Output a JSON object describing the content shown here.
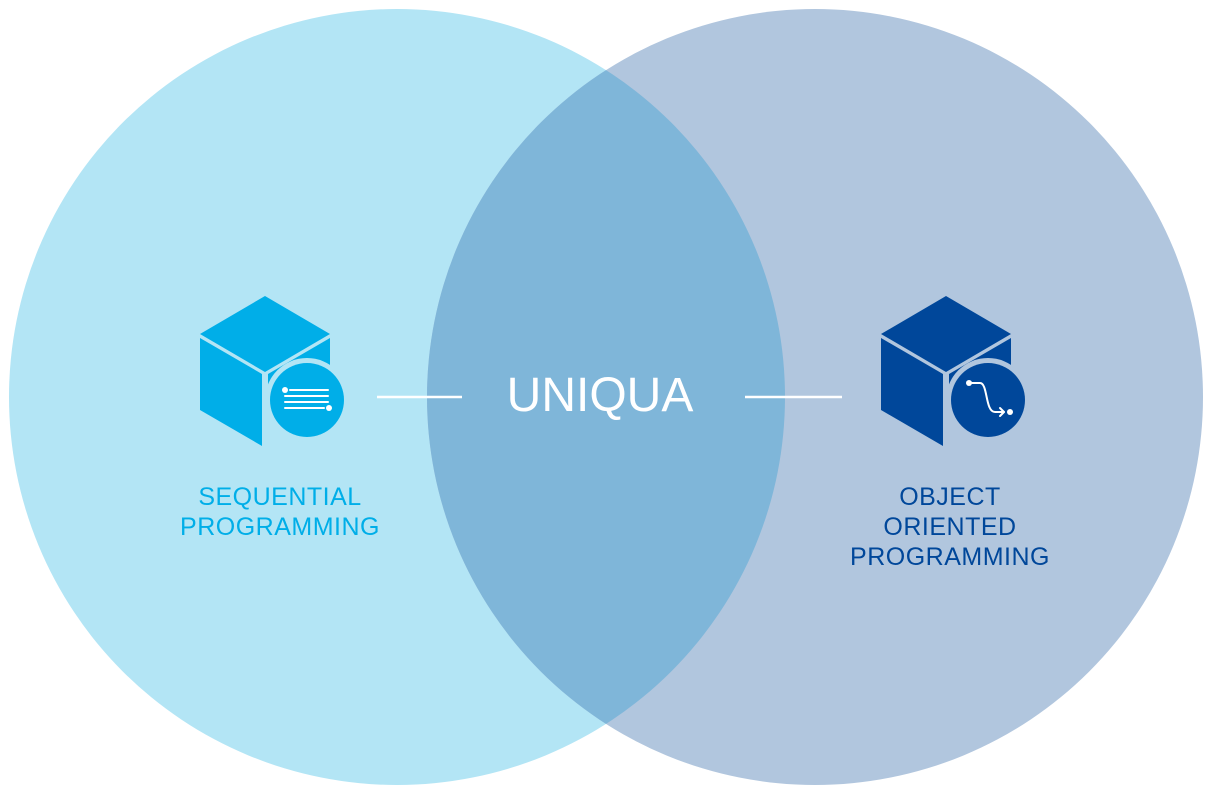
{
  "colors": {
    "left_circle": "#b3e5f5",
    "right_circle": "#b1c6de",
    "overlap": "#7fb6d9",
    "left_accent": "#00aee8",
    "right_accent": "#00479a",
    "connector": "#ffffff"
  },
  "center": {
    "title": "UNIQUA"
  },
  "left": {
    "icon": "cube-with-list-icon",
    "label_lines": [
      "SEQUENTIAL",
      "PROGRAMMING"
    ]
  },
  "right": {
    "icon": "cube-with-flow-icon",
    "label_lines": [
      "OBJECT",
      "ORIENTED",
      "PROGRAMMING"
    ]
  }
}
